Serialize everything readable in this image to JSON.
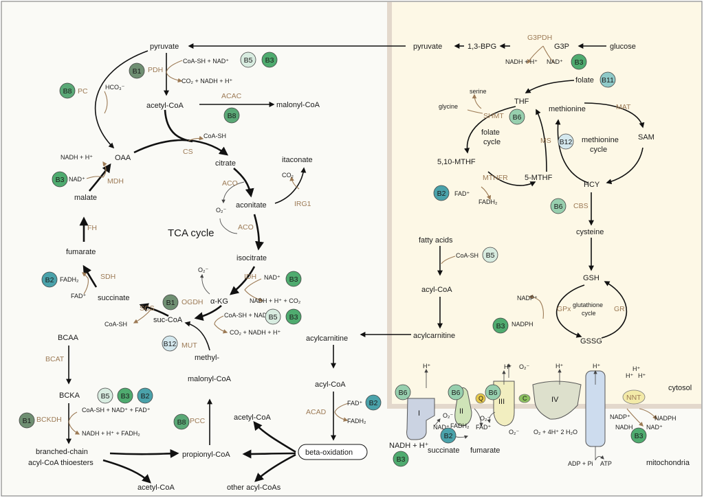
{
  "vitamins": {
    "B1": {
      "label": "B1",
      "color": "#6f8f72"
    },
    "B2": {
      "label": "B2",
      "color": "#4aa2aa"
    },
    "B3": {
      "label": "B3",
      "color": "#4fab6f"
    },
    "B5": {
      "label": "B5",
      "color": "#d8ece0"
    },
    "B6": {
      "label": "B6",
      "color": "#97cfae"
    },
    "B8": {
      "label": "B8",
      "color": "#5aa876"
    },
    "B11": {
      "label": "B11",
      "color": "#8fcac8"
    },
    "B12": {
      "label": "B12",
      "color": "#d4e8ee"
    }
  },
  "metabolites": {
    "pyruvate": "pyruvate",
    "acetyl_coa": "acetyl-CoA",
    "malonyl_coa": "malonyl-CoA",
    "oaa": "OAA",
    "citrate": "citrate",
    "itaconate": "itaconate",
    "aconitate": "aconitate",
    "isocitrate": "isocitrate",
    "akg": "α-KG",
    "suc_coa": "suc-CoA",
    "succinate": "succinate",
    "fumarate": "fumarate",
    "malate": "malate",
    "methylmalonyl_1": "methyl-",
    "methylmalonyl_2": "malonyl-CoA",
    "bcaa": "BCAA",
    "bcka": "BCKA",
    "bc_thioesters_1": "branched-chain",
    "bc_thioesters_2": "acyl-CoA thioesters",
    "propionyl_coa": "propionyl-CoA",
    "acetyl_coa_2": "acetyl-CoA",
    "acetyl_coa_3": "acetyl-CoA",
    "other_acyl_coas": "other acyl-CoAs",
    "beta_oxidation": "beta-oxidation",
    "acylcarnitine_mito": "acylcarnitine",
    "acyl_coa_mito": "acyl-CoA",
    "pyruvate_cyto": "pyruvate",
    "bpg": "1,3-BPG",
    "g3p": "G3P",
    "glucose": "glucose",
    "folate": "folate",
    "thf": "THF",
    "glycine": "glycine",
    "serine": "serine",
    "mthf_5_10": "5,10-MTHF",
    "mthf_5": "5-MTHF",
    "methionine": "methionine",
    "sam": "SAM",
    "hcy": "HCY",
    "cysteine": "cysteine",
    "gsh": "GSH",
    "gssg": "GSSG",
    "fatty_acids": "fatty acids",
    "acyl_coa_cyto": "acyl-CoA",
    "acylcarnitine_cyto": "acylcarnitine"
  },
  "enzymes": {
    "pdh": "PDH",
    "pc": "PC",
    "acac": "ACAC",
    "cs": "CS",
    "aco1": "ACO",
    "aco2": "ACO",
    "irg1": "IRG1",
    "idh": "IDH",
    "ogdh": "OGDH",
    "scs": "SCS",
    "sdh": "SDH",
    "fh": "FH",
    "mdh": "MDH",
    "mut": "MUT",
    "pcc": "PCC",
    "bcat": "BCAT",
    "bckdh": "BCKDH",
    "acad": "ACAD",
    "g3pdh": "G3PDH",
    "shmt": "SHMT",
    "mthfr": "MTHFR",
    "ms": "MS",
    "mat": "MAT",
    "cbs": "CBS",
    "gpx": "GPx",
    "gr": "GR",
    "nnt": "NNT"
  },
  "cofactors": {
    "pdh_in": "CoA-SH + NAD⁺",
    "pdh_out": "CO₂ + NADH + H⁺",
    "hco3": "HCO₃⁻",
    "cs_out": "CoA-SH",
    "co2_irg": "CO₂",
    "o2_radical_1": "O₂⁻",
    "o2_radical_2": "O₂⁻",
    "idh_in": "NAD⁺",
    "idh_out": "NADH + H⁺ + CO₂",
    "ogdh_in": "CoA-SH + NAD⁺",
    "ogdh_out": "CO₂ + NADH + H⁺",
    "scs_out": "CoA-SH",
    "sdh_in": "FAD⁺",
    "sdh_out": "FADH₂",
    "mdh_out": "NADH + H⁺",
    "mdh_in": "NAD⁺",
    "bckdh_in": "CoA-SH + NAD⁺ + FAD⁺",
    "bckdh_out": "NADH + H⁺ + FADH₂",
    "acad_in": "FAD⁺",
    "acad_out": "FADH₂",
    "g3pdh_out": "NADH + H⁺",
    "g3pdh_in": "NAD⁺",
    "mthfr_in": "FAD⁺",
    "mthfr_out": "FADH₂",
    "fa_in": "CoA-SH",
    "gpx_in": "NADP⁺",
    "gpx_out": "NADPH"
  },
  "cycles": {
    "tca": "TCA cycle",
    "folate_1": "folate",
    "folate_2": "cycle",
    "methionine_1": "methionine",
    "methionine_2": "cycle",
    "glutathione_1": "glutathione",
    "glutathione_2": "cycle"
  },
  "etc": {
    "complex_i": "I",
    "complex_ii": "II",
    "complex_iii": "III",
    "complex_iv": "IV",
    "q": "Q",
    "c": "C",
    "h_plus": "H⁺",
    "o2_radical": "O₂⁻",
    "nadh_h": "NADH + H⁺",
    "nad": "NAD⁺",
    "fadh2": "FADH₂",
    "fad": "FAD⁺",
    "succinate": "succinate",
    "fumarate": "fumarate",
    "o2_water": "O₂ + 4H⁺  2 H₂O",
    "adp_pi": "ADP + Pi",
    "atp": "ATP",
    "nadp": "NADP⁺",
    "nadph": "NADPH",
    "nnt_nadh": "NADH",
    "nnt_nad": "NAD⁺"
  },
  "regions": {
    "cytosol": "cytosol",
    "mitochondria": "mitochondria"
  },
  "colors": {
    "mito_bg": "#fafaf6",
    "cyto_bg": "#fdf8e6",
    "membrane": "#e3d8cc",
    "enzyme_text": "#9c7a55"
  }
}
